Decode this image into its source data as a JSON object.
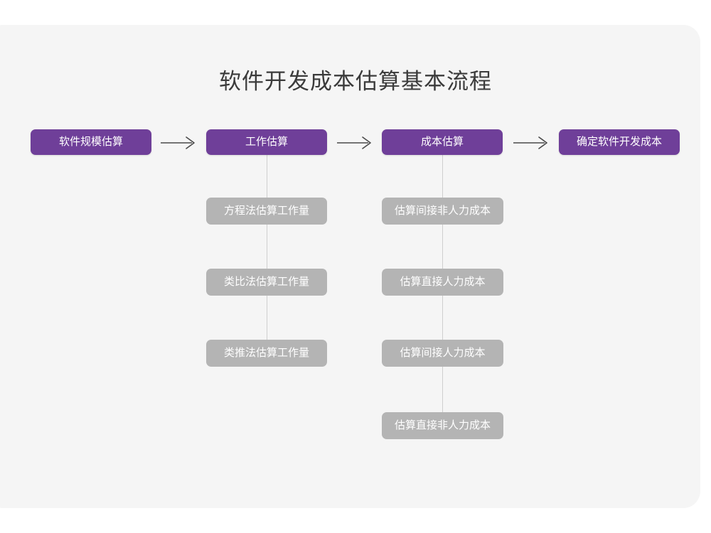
{
  "title": "软件开发成本估算基本流程",
  "colors": {
    "canvas": "#ffffff",
    "card": "#f5f5f5",
    "stage": "#6f3f99",
    "substep": "#b4b4b4",
    "title_text": "#3b3b3b",
    "box_text": "#ffffff",
    "connector": "#cfcfcf",
    "arrow": "#4a4a4a"
  },
  "stages": [
    {
      "label": "软件规模估算"
    },
    {
      "label": "工作估算"
    },
    {
      "label": "成本估算"
    },
    {
      "label": "确定软件开发成本"
    }
  ],
  "arrows": [
    {
      "glyph": "⟶"
    },
    {
      "glyph": "⟶"
    },
    {
      "glyph": "⟶"
    }
  ],
  "effort_substeps": [
    {
      "label": "方程法估算工作量"
    },
    {
      "label": "类比法估算工作量"
    },
    {
      "label": "类推法估算工作量"
    }
  ],
  "cost_substeps": [
    {
      "label": "估算间接非人力成本"
    },
    {
      "label": "估算直接人力成本"
    },
    {
      "label": "估算间接人力成本"
    },
    {
      "label": "估算直接非人力成本"
    }
  ]
}
